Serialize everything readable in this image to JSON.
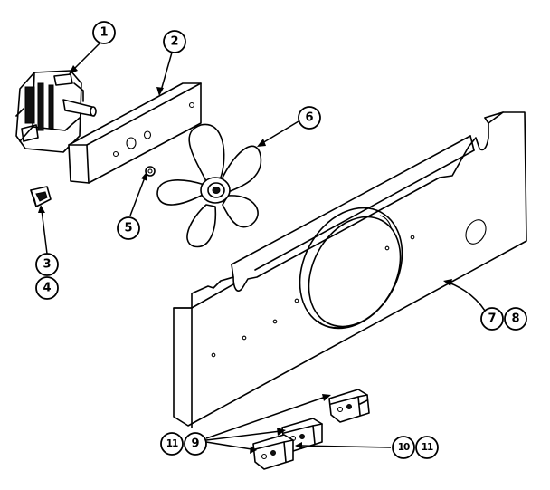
{
  "diagram": {
    "callouts": {
      "c1": "1",
      "c2": "2",
      "c3": "3",
      "c4": "4",
      "c5": "5",
      "c6": "6",
      "c7": "7",
      "c8": "8",
      "c9": "9",
      "c10": "10",
      "c11a": "11",
      "c11b": "11"
    }
  }
}
